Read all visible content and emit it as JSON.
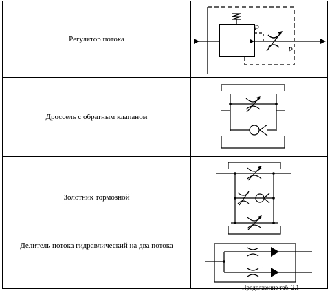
{
  "rows": [
    {
      "name": "Регулятор потока",
      "symbol": "flow-regulator-symbol",
      "letters": [
        "Р",
        "Р"
      ]
    },
    {
      "name": "Дроссель с обратным клапаном",
      "symbol": "throttle-check-valve-symbol"
    },
    {
      "name": "Золотник тормозной",
      "symbol": "brake-spool-symbol"
    },
    {
      "name": "Делитель потока гидравлический на два потока",
      "symbol": "flow-divider-symbol"
    }
  ],
  "footer": "Продолжение таб. 2.1"
}
